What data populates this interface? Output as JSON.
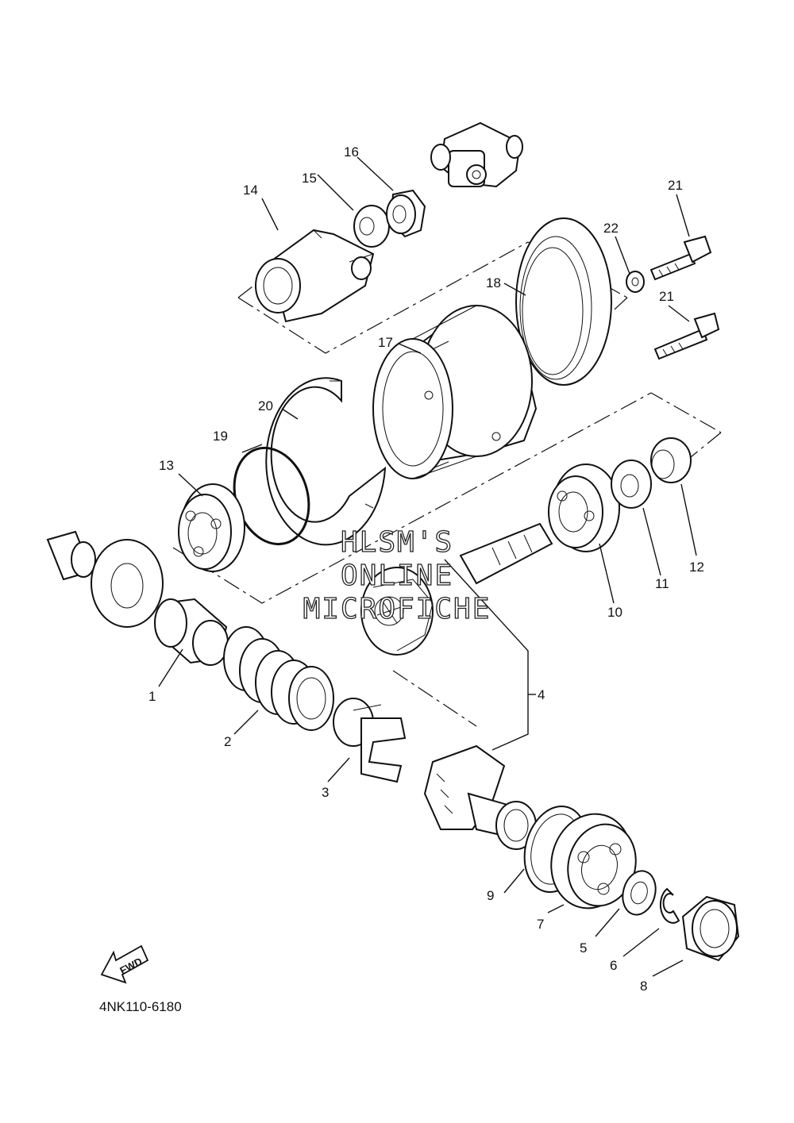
{
  "diagram": {
    "part_numbers": [
      "1",
      "2",
      "3",
      "4",
      "5",
      "6",
      "7",
      "8",
      "9",
      "10",
      "11",
      "12",
      "13",
      "14",
      "15",
      "16",
      "17",
      "18",
      "19",
      "20",
      "21",
      "21",
      "22"
    ],
    "watermark": [
      "HLSM'S",
      "ONLINE",
      "MICROFICHE"
    ],
    "fwd_label": "FWD",
    "diagram_code": "4NK110-6180"
  }
}
